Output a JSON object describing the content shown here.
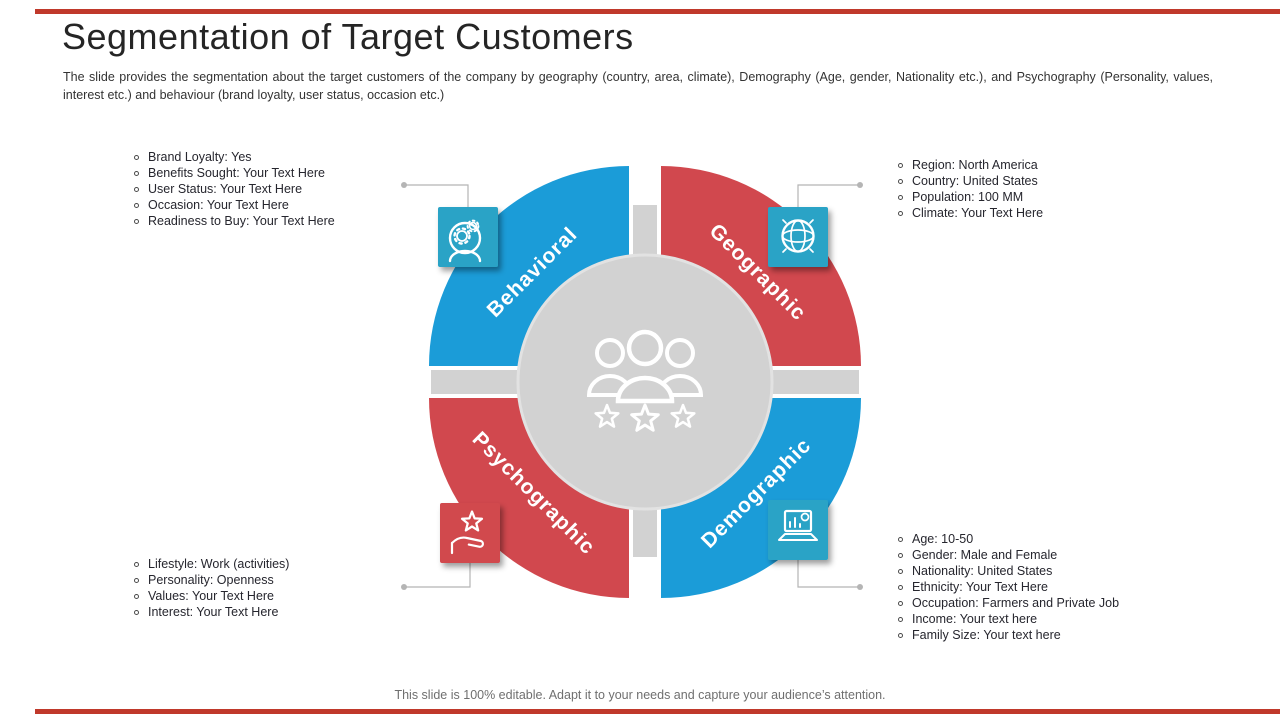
{
  "slide": {
    "title": "Segmentation of Target Customers",
    "description": "The slide provides the segmentation about the target customers of the company by geography (country, area, climate), Demography (Age, gender, Nationality etc.), and Psychography (Personality, values, interest etc.) and behaviour (brand loyalty, user status, occasion etc.)",
    "footer": "This slide is 100% editable. Adapt it to your needs and capture your audience’s attention."
  },
  "colors": {
    "accent_bar": "#c0392b",
    "blue": "#1b9cd8",
    "red": "#d1484e",
    "teal_icon": "#2aa3c6",
    "red_icon": "#d1484e",
    "center_gray": "#d2d2d2",
    "connector_gray": "#b5b5b5"
  },
  "diagram": {
    "center_icon": "customers-people-stars-icon",
    "segments": [
      {
        "label": "Behavioral",
        "color": "#1b9cd8",
        "icon": "head-gears-icon",
        "icon_color": "#2aa3c6",
        "items": [
          "Brand Loyalty: Yes",
          "Benefits Sought: Your Text Here",
          "User Status: Your Text Here",
          "Occasion: Your Text Here",
          "Readiness to Buy: Your Text Here"
        ]
      },
      {
        "label": "Geographic",
        "color": "#d1484e",
        "icon": "globe-icon",
        "icon_color": "#2aa3c6",
        "items": [
          "Region: North America",
          "Country: United States",
          "Population: 100 MM",
          "Climate: Your Text Here"
        ]
      },
      {
        "label": "Psychographic",
        "color": "#d1484e",
        "icon": "hand-star-icon",
        "icon_color": "#d1484e",
        "items": [
          "Lifestyle: Work (activities)",
          "Personality: Openness",
          "Values: Your Text Here",
          "Interest: Your Text Here"
        ]
      },
      {
        "label": "Demographic",
        "color": "#1b9cd8",
        "icon": "laptop-chart-icon",
        "icon_color": "#2aa3c6",
        "items": [
          "Age: 10-50",
          "Gender: Male and Female",
          "Nationality: United States",
          "Ethnicity: Your Text Here",
          "Occupation: Farmers and Private Job",
          "Income: Your text here",
          "Family Size: Your text here"
        ]
      }
    ]
  }
}
